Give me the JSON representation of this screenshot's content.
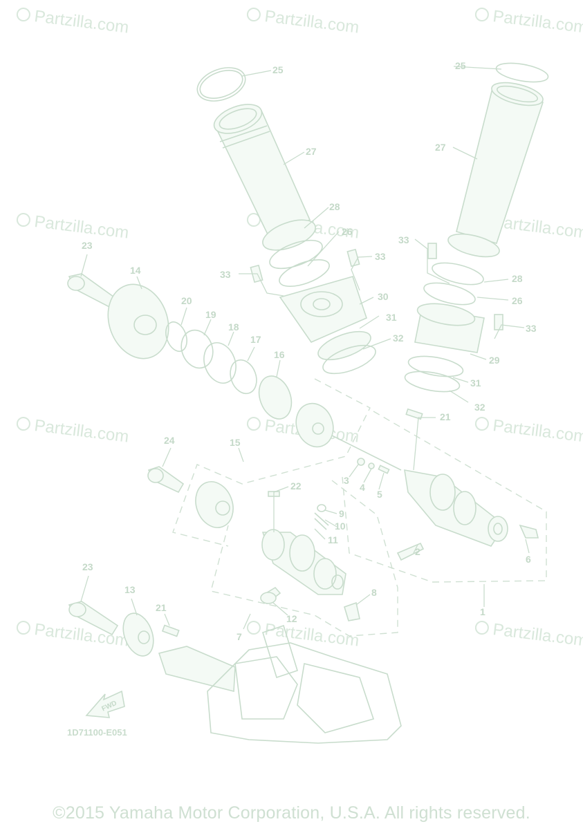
{
  "watermark": "Partzilla.com",
  "diagram_code": "1D71100-E051",
  "fwd_label": "FWD",
  "copyright": "©2015 Yamaha Motor Corporation, U.S.A. All rights reserved.",
  "callouts": [
    "25",
    "27",
    "28",
    "26",
    "33",
    "23",
    "14",
    "20",
    "19",
    "18",
    "17",
    "16",
    "30",
    "31",
    "32",
    "29",
    "21",
    "15",
    "24",
    "3",
    "4",
    "5",
    "22",
    "9",
    "10",
    "11",
    "2",
    "6",
    "8",
    "12",
    "1",
    "7",
    "13"
  ]
}
